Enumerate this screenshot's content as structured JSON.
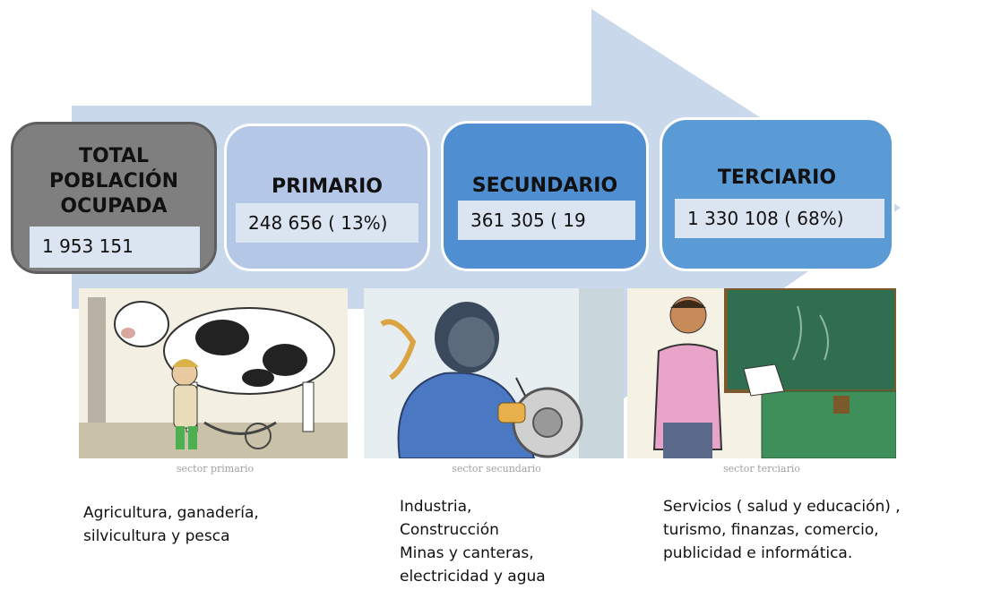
{
  "boxes": {
    "total": {
      "title": "TOTAL\nPOBLACIÓN\nOCUPADA",
      "value": "1 953 151",
      "color": "#7f7f7f"
    },
    "primario": {
      "title": "PRIMARIO",
      "value": "248 656 ( 13%)",
      "color": "#b4c7e7"
    },
    "secundario": {
      "title": "SECUNDARIO",
      "value": "361 305 ( 19",
      "color": "#4f8fd1"
    },
    "terciario": {
      "title": "TERCIARIO",
      "value": "1 330 108 ( 68%)",
      "color": "#5b9bd5"
    }
  },
  "captions": {
    "primario": "sector primario",
    "secundario": "sector secundario",
    "terciario": "sector terciario"
  },
  "descriptions": {
    "primario": "Agricultura, ganadería,\nsilvicultura y pesca",
    "secundario": "Industria,\nConstrucción\nMinas y canteras,\nelectricidad y agua",
    "terciario": "Servicios ( salud y educación) ,\nturismo, finanzas, comercio,\npublicidad e informática."
  },
  "illustrations": [
    {
      "name": "farmer-milking-cow",
      "sector": "primario"
    },
    {
      "name": "welder-worker",
      "sector": "secundario"
    },
    {
      "name": "teacher-at-blackboard",
      "sector": "terciario"
    }
  ],
  "arrow_color": "#c6d6ea"
}
